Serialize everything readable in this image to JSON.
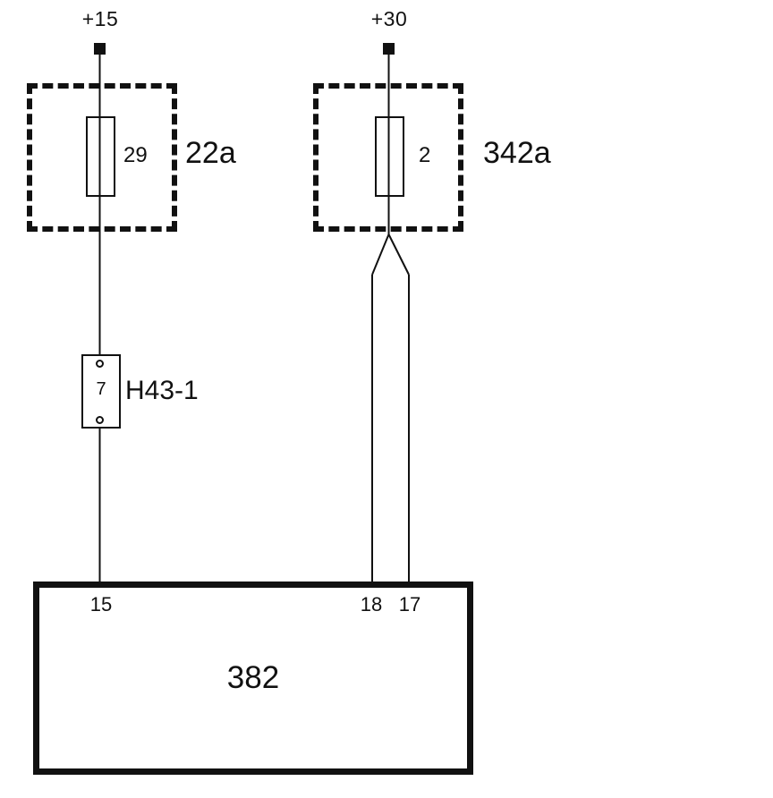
{
  "diagram": {
    "left_branch": {
      "supply_label": "+15",
      "fuse_number": "29",
      "fuse_box_label": "22a",
      "connector_pin": "7",
      "connector_label": "H43-1",
      "unit_pin": "15"
    },
    "right_branch": {
      "supply_label": "+30",
      "fuse_number": "2",
      "fuse_box_label": "342a",
      "unit_pins": [
        "18",
        "17"
      ]
    },
    "control_unit_label": "382",
    "colors": {
      "line": "#111111",
      "background": "#ffffff"
    }
  }
}
